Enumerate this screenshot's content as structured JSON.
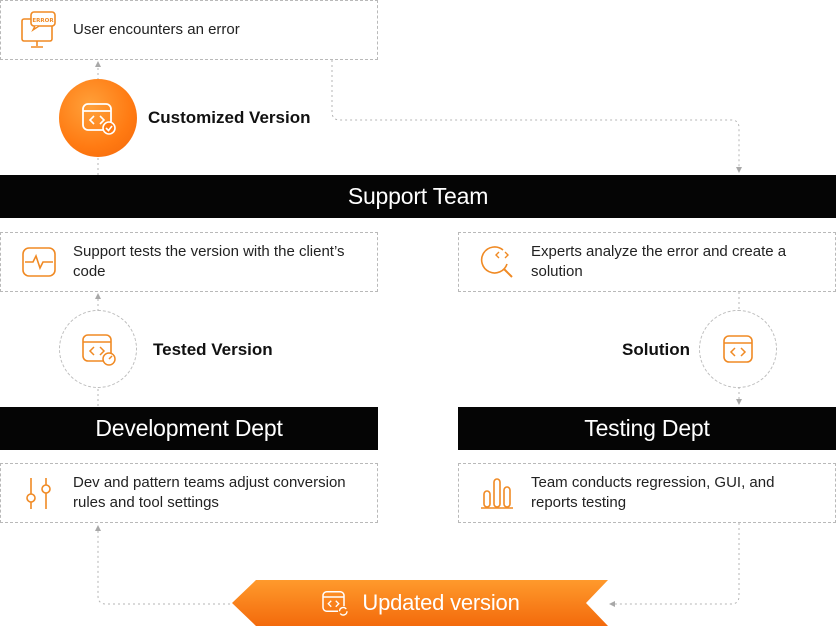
{
  "top_card": {
    "text": "User encounters an error",
    "icon": "error-monitor-icon",
    "badge_text": "ERROR"
  },
  "customized_version": {
    "label": "Customized Version",
    "icon": "code-window-check-icon"
  },
  "support_team": {
    "title": "Support Team"
  },
  "support_test_card": {
    "text": "Support tests the version with the client’s code",
    "icon": "heartbeat-monitor-icon"
  },
  "experts_card": {
    "text": "Experts analyze the error and create a solution",
    "icon": "magnifier-code-icon"
  },
  "tested_version": {
    "label": "Tested Version",
    "icon": "code-window-gauge-icon"
  },
  "solution": {
    "label": "Solution",
    "icon": "code-window-icon"
  },
  "development_dept": {
    "title": "Development Dept"
  },
  "testing_dept": {
    "title": "Testing Dept"
  },
  "dev_card": {
    "text": "Dev and pattern teams adjust conversion rules and tool settings",
    "icon": "sliders-icon"
  },
  "testing_card": {
    "text": "Team conducts regression, GUI, and reports testing",
    "icon": "bar-chart-icon"
  },
  "updated_version": {
    "label": "Updated version",
    "icon": "code-window-refresh-icon"
  },
  "colors": {
    "accent": "#ff7a12",
    "bar": "#050505",
    "dashed": "#b9b9b9"
  }
}
